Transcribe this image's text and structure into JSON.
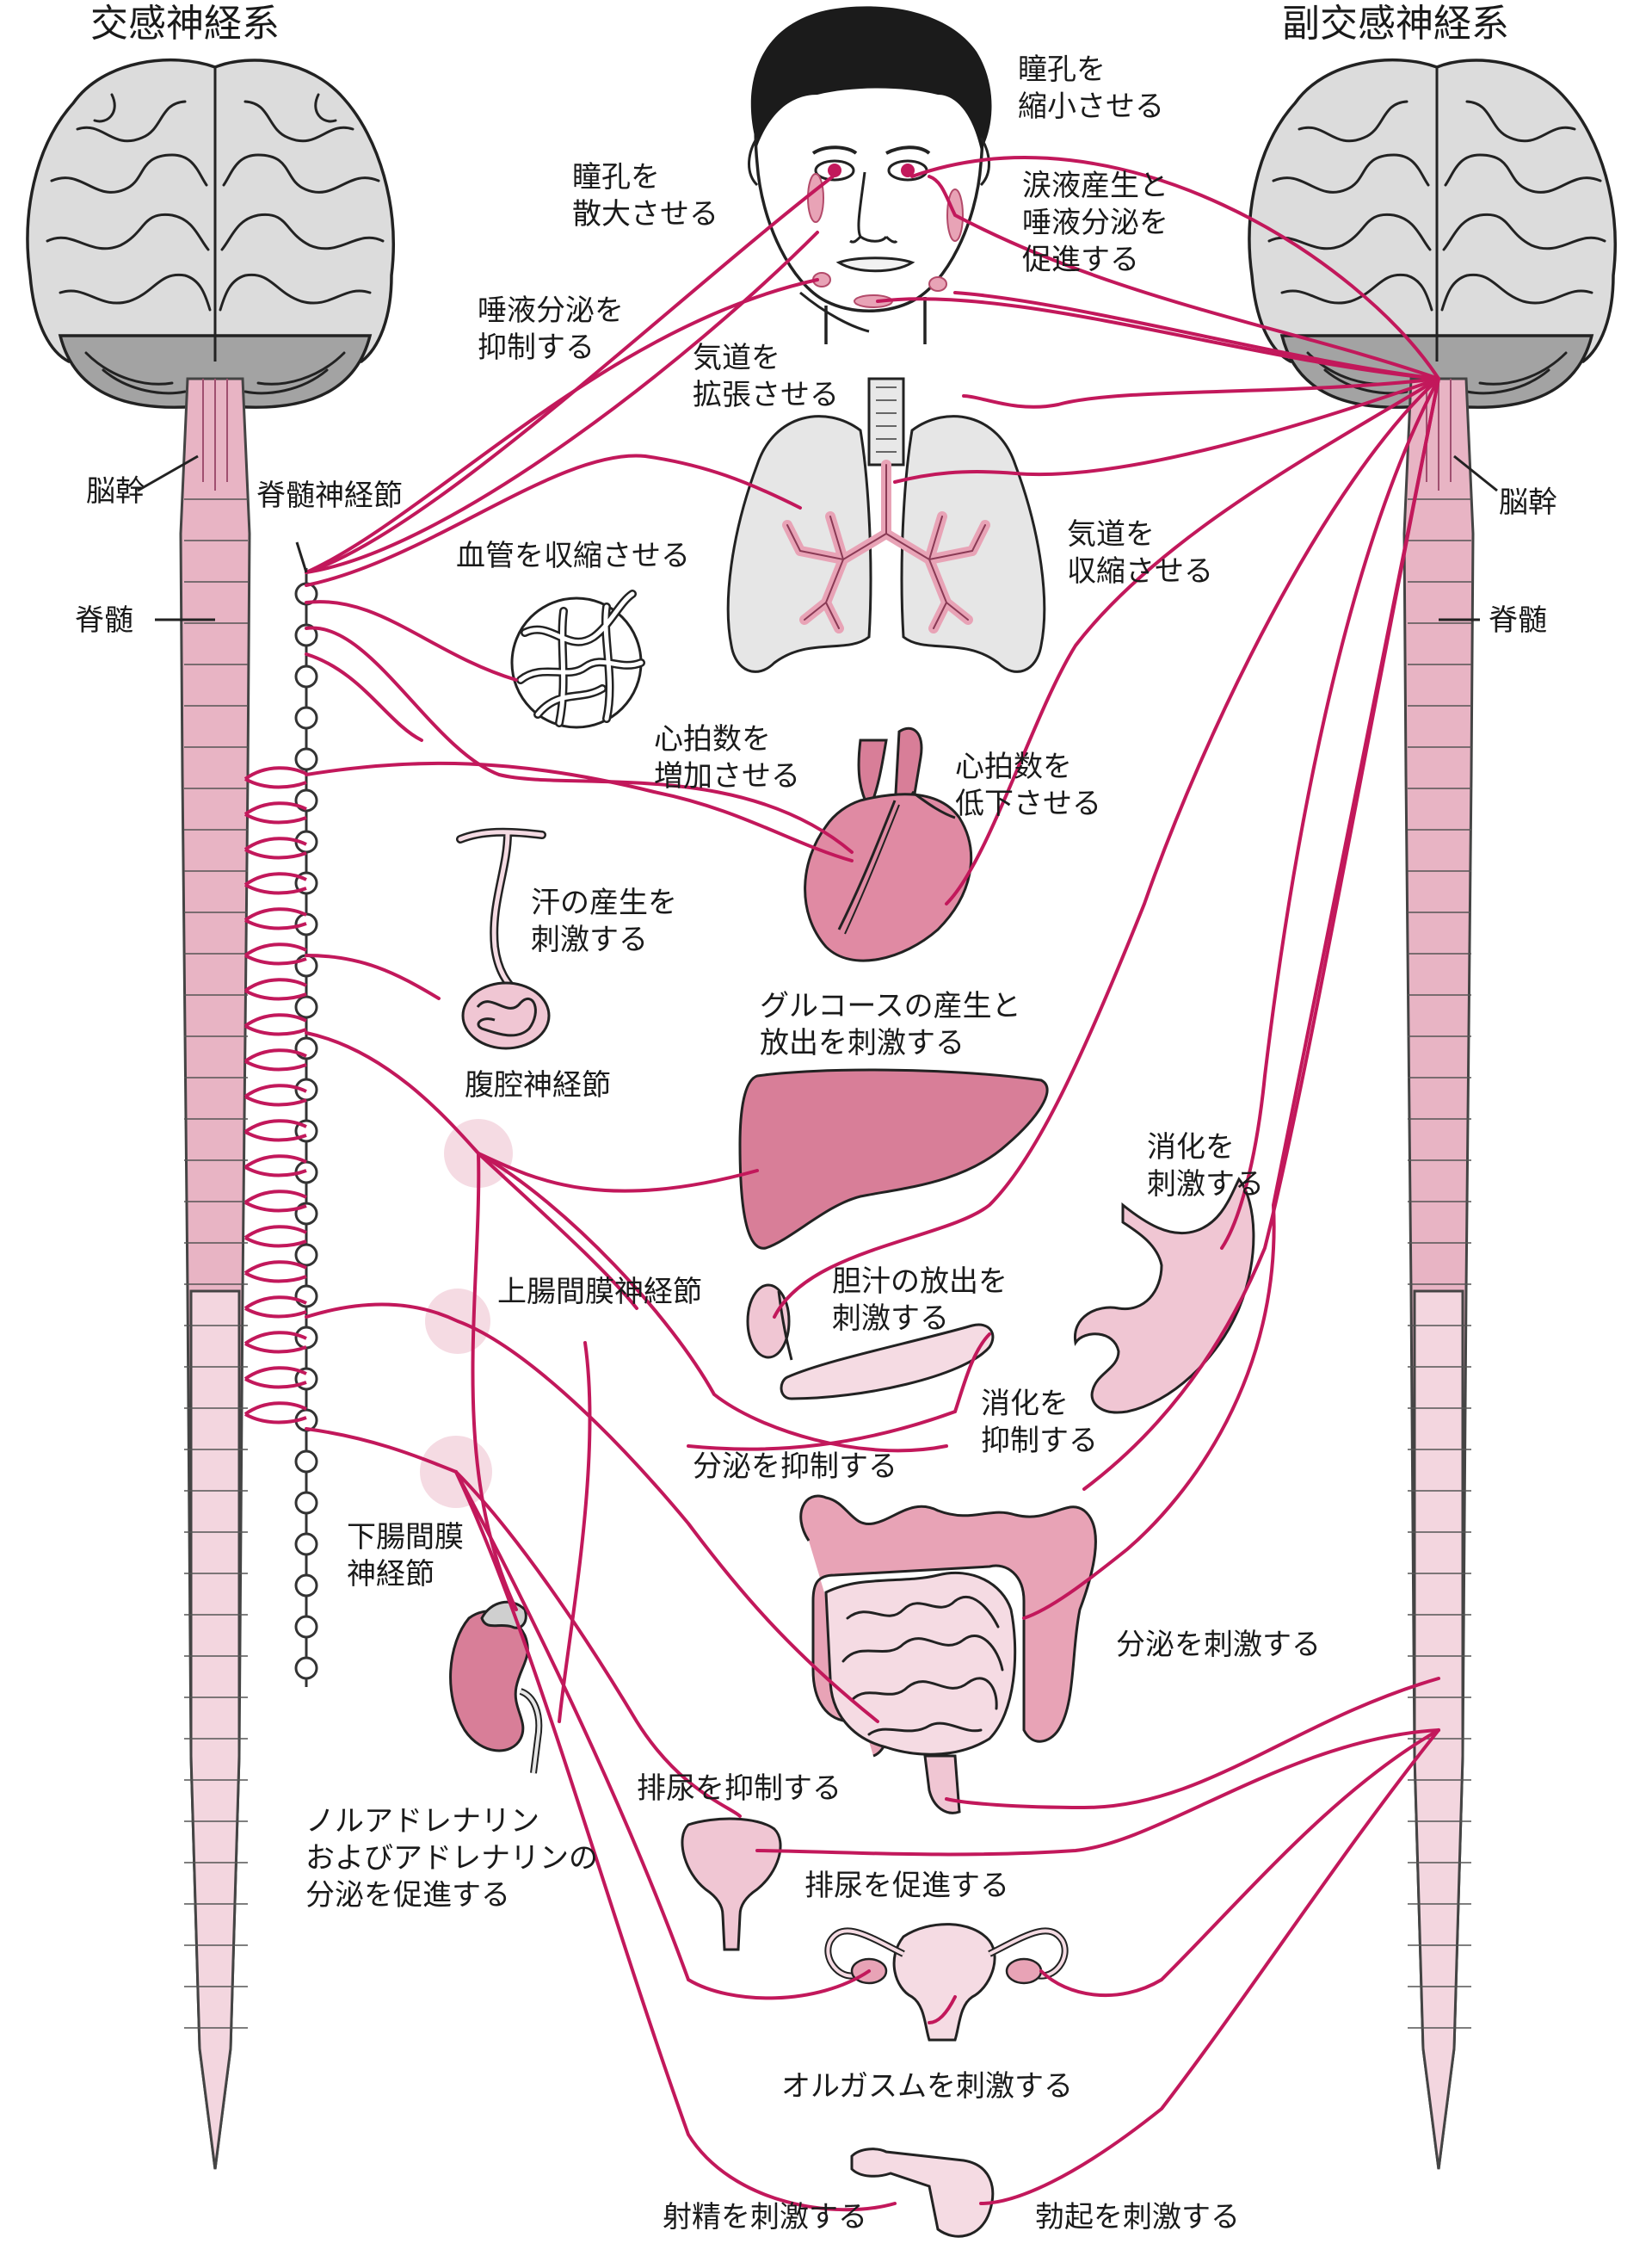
{
  "titles": {
    "sympathetic": "交感神経系",
    "parasympathetic": "副交感神経系"
  },
  "labels": {
    "brainstem_left": "脳幹",
    "brainstem_right": "脳幹",
    "spinal_cord_left": "脊髄",
    "spinal_cord_right": "脊髄",
    "sympathetic_chain": "脊髄神経節",
    "dilate_pupil": "瞳孔を\n散大させる",
    "constrict_pupil": "瞳孔を\n縮小させる",
    "stimulate_tears_saliva": "涙液産生と\n唾液分泌を\n促進する",
    "inhibit_saliva": "唾液分泌を\n抑制する",
    "dilate_airways": "気道を\n拡張させる",
    "constrict_airways": "気道を\n収縮させる",
    "constrict_vessels": "血管を収縮させる",
    "increase_heart_rate": "心拍数を\n増加させる",
    "decrease_heart_rate": "心拍数を\n低下させる",
    "stimulate_sweat": "汗の産生を\n刺激する",
    "glucose_release": "グルコースの産生と\n放出を刺激する",
    "celiac_ganglion": "腹腔神経節",
    "stimulate_digestion": "消化を\n刺激する",
    "superior_mesenteric_ganglion": "上腸間膜神経節",
    "bile_release": "胆汁の放出を\n刺激する",
    "inhibit_digestion": "消化を\n抑制する",
    "inhibit_secretion": "分泌を抑制する",
    "inferior_mesenteric_ganglion": "下腸間膜\n神経節",
    "stimulate_secretion": "分泌を刺激する",
    "adrenal_secretion": "ノルアドレナリン\nおよびアドレナリンの\n分泌を促進する",
    "inhibit_urination": "排尿を抑制する",
    "promote_urination": "排尿を促進する",
    "stimulate_orgasm": "オルガスムを刺激する",
    "stimulate_ejaculation": "射精を刺激する",
    "stimulate_erection": "勃起を刺激する"
  },
  "colors": {
    "nerve": "#c2185b",
    "cord": "#e8b4c4",
    "cord_lower": "#f3d6df",
    "organ_pink": "#e8a3b6",
    "organ_dark": "#d87e98",
    "organ_light": "#f5dbe3",
    "brain": "#dcdcdc",
    "cerebellum": "#9e9e9e"
  }
}
